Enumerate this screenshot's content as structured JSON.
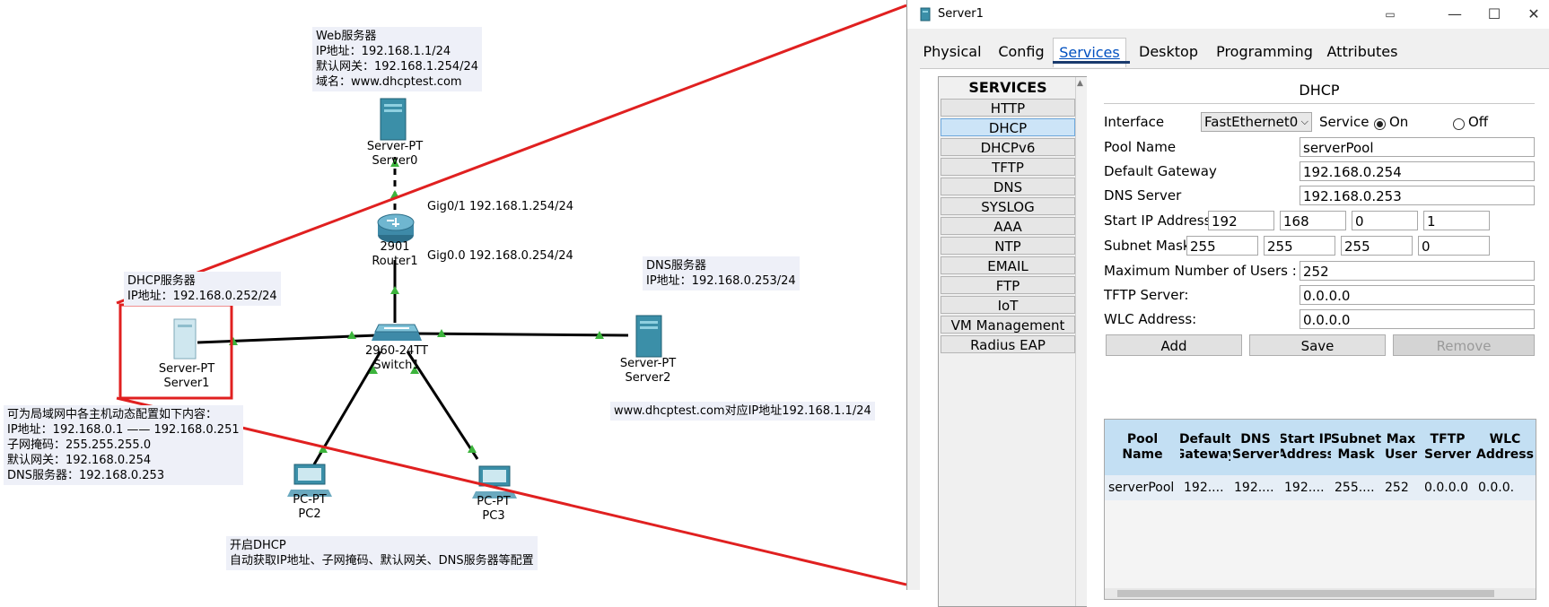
{
  "topology": {
    "web_note": [
      "Web服务器",
      "IP地址：192.168.1.1/24",
      "默认网关：192.168.1.254/24",
      "域名：www.dhcptest.com"
    ],
    "dhcp_note": [
      "DHCP服务器",
      "IP地址：192.168.0.252/24"
    ],
    "dns_note": [
      "DNS服务器",
      "IP地址：192.168.0.253/24"
    ],
    "config_note": [
      "可为局域网中各主机动态配置如下内容：",
      "IP地址：192.168.0.1 —— 192.168.0.251",
      "子网掩码：255.255.255.0",
      "默认网关：192.168.0.254",
      "DNS服务器：192.168.0.253"
    ],
    "mapping_note": "www.dhcptest.com对应IP地址192.168.1.1/24",
    "dhcp_open_note": [
      "开启DHCP",
      "自动获取IP地址、子网掩码、默认网关、DNS服务器等配置"
    ],
    "gig01_label": "Gig0/1 192.168.1.254/24",
    "gig00_label": "Gig0.0 192.168.0.254/24",
    "devices": {
      "server0": [
        "Server-PT",
        "Server0"
      ],
      "router1": [
        "2901",
        "Router1"
      ],
      "server1": [
        "Server-PT",
        "Server1"
      ],
      "switch1": [
        "2960-24TT",
        "Switch1"
      ],
      "server2": [
        "Server-PT",
        "Server2"
      ],
      "pc2": [
        "PC-PT",
        "PC2"
      ],
      "pc3": [
        "PC-PT",
        "PC3"
      ]
    },
    "colors": {
      "link": "#000000",
      "port_up": "#3cb43c",
      "callout": "#e02020"
    }
  },
  "window": {
    "title": "Server1",
    "tabs": [
      "Physical",
      "Config",
      "Services",
      "Desktop",
      "Programming",
      "Attributes"
    ],
    "active_tab": "Services",
    "services_header": "SERVICES",
    "services": [
      "HTTP",
      "DHCP",
      "DHCPv6",
      "TFTP",
      "DNS",
      "SYSLOG",
      "AAA",
      "NTP",
      "EMAIL",
      "FTP",
      "IoT",
      "VM Management",
      "Radius EAP"
    ],
    "selected_service": "DHCP"
  },
  "dhcp": {
    "title": "DHCP",
    "interface_label": "Interface",
    "interface_value": "FastEthernet0",
    "service_label": "Service",
    "on_label": "On",
    "off_label": "Off",
    "service_on": true,
    "pool_name_label": "Pool Name",
    "pool_name": "serverPool",
    "gateway_label": "Default Gateway",
    "gateway": "192.168.0.254",
    "dns_label": "DNS Server",
    "dns": "192.168.0.253",
    "start_ip_label": "Start IP Address :",
    "start_ip": [
      "192",
      "168",
      "0",
      "1"
    ],
    "mask_label": "Subnet Mask:",
    "mask": [
      "255",
      "255",
      "255",
      "0"
    ],
    "max_users_label": "Maximum Number of Users :",
    "max_users": "252",
    "tftp_label": "TFTP Server:",
    "tftp": "0.0.0.0",
    "wlc_label": "WLC Address:",
    "wlc": "0.0.0.0",
    "add_label": "Add",
    "save_label": "Save",
    "remove_label": "Remove",
    "table_headers": [
      "Pool Name",
      "Default Gateway",
      "DNS Server",
      "Start IP Address",
      "Subnet Mask",
      "Max User",
      "TFTP Server",
      "WLC Address"
    ],
    "table_row": [
      "serverPool",
      "192....",
      "192....",
      "192....",
      "255....",
      "252",
      "0.0.0.0",
      "0.0.0."
    ]
  }
}
